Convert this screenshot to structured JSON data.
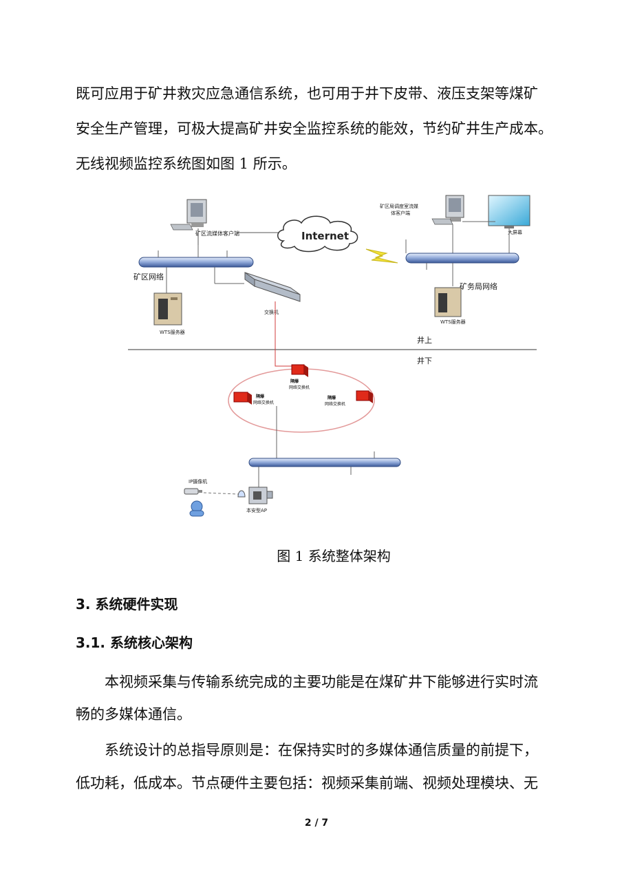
{
  "intro": {
    "line1": "既可应用于矿井救灾应急通信系统，也可用于井下皮带、液压支架等煤矿",
    "line2": "安全生产管理，可极大提高矿井安全监控系统的能效，节约矿井生产成本。",
    "line3": "无线视频监控系统图如图 1  所示。"
  },
  "figure": {
    "client_label": "矿区流媒体客户端",
    "internet_label": "Internet",
    "bureau_client_label_1": "矿区局调度室流媒",
    "bureau_client_label_2": "体客户端",
    "big_screen_label": "大屏幕",
    "mine_network_label": "矿区网络",
    "bureau_network_label": "矿务局网络",
    "switch_label": "交换机",
    "wts_server_left": "WTS服务器",
    "wts_server_right": "WTS服务器",
    "above_ground": "井上",
    "below_ground": "井下",
    "ring_switch_1": "隔爆",
    "ring_switch_1b": "网络交换机",
    "ring_switch_2": "隔爆",
    "ring_switch_2b": "网络交换机",
    "ring_switch_3": "隔爆",
    "ring_switch_3b": "网络交换机",
    "ip_camera_label": "IP摄像机",
    "ap_label": "本安型AP"
  },
  "caption": "图 1  系统整体架构",
  "section3": "3.  系统硬件实现",
  "section31": "3.1. 系统核心架构",
  "body": {
    "p1_line1": "本视频采集与传输系统完成的主要功能是在煤矿井下能够进行实时流",
    "p1_line2": "畅的多媒体通信。",
    "p2_line1": "系统设计的总指导原则是：在保持实时的多媒体通信质量的前提下，",
    "p2_line2": "低功耗，低成本。节点硬件主要包括：视频采集前端、视频处理模块、无"
  },
  "page_number": "2 / 7"
}
